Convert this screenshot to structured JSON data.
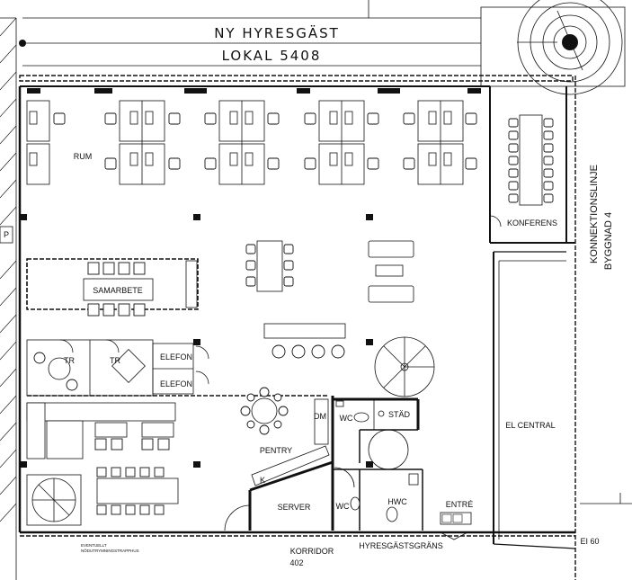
{
  "header": {
    "tenant": "NY HYRESGÄST",
    "unit": "LOKAL 5408"
  },
  "rooms": {
    "rum": "RUM",
    "samarbete": "SAMARBETE",
    "tr_left": "TR",
    "tr_right": "TR",
    "elefon_top": "ELEFON",
    "elefon_bottom": "ELEFON",
    "konferens": "KONFERENS",
    "wc_top": "WC",
    "stad": "STÄD",
    "pentry": "PENTRY",
    "server": "SERVER",
    "wc_bottom": "WC",
    "hwc": "HWC",
    "entre": "ENTRÉ",
    "el_central": "EL CENTRAL",
    "p_marker": "P",
    "k_marker": "K",
    "dm_marker": "DM"
  },
  "annotations": {
    "connection_line_1": "KONNEKTIONSLINJE",
    "connection_line_2": "BYGGNAD 4",
    "stair_note_1": "EVENTUELLT",
    "stair_note_2": "NÖDUTRYMNINGSTRAPPHUS",
    "corridor": "KORRIDOR",
    "corridor_number": "402",
    "tenant_boundary": "HYRESGÄSTSGRÄNS",
    "ei_rating": "EI 60"
  }
}
